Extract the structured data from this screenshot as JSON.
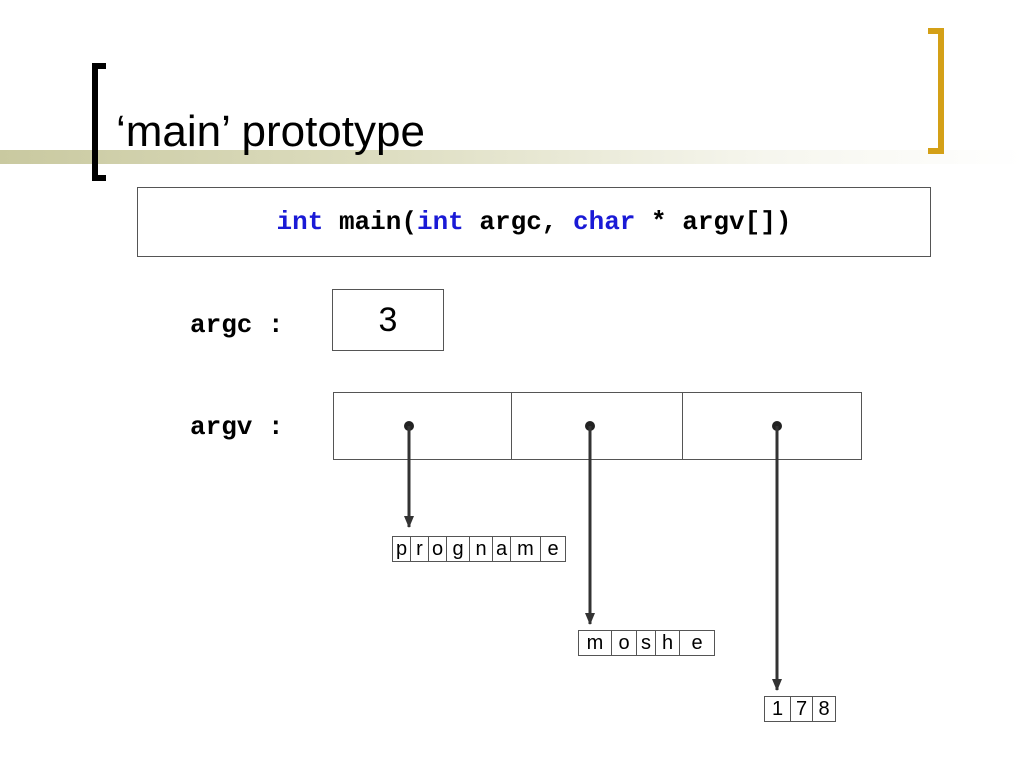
{
  "slide": {
    "title": "‘main’ prototype"
  },
  "prototype": {
    "tokens": [
      {
        "text": "int",
        "kind": "kw"
      },
      {
        "text": " main(",
        "kind": "plain"
      },
      {
        "text": "int",
        "kind": "kw"
      },
      {
        "text": " argc, ",
        "kind": "plain"
      },
      {
        "text": "char",
        "kind": "kw"
      },
      {
        "text": " * argv[])",
        "kind": "plain"
      }
    ]
  },
  "argc": {
    "label": "argc :",
    "value": "3"
  },
  "argv": {
    "label": "argv :",
    "strings": [
      {
        "name": "progname",
        "chars": [
          "p",
          "r",
          "o",
          "g",
          "n",
          "a",
          "m",
          "e"
        ]
      },
      {
        "name": "moshe",
        "chars": [
          "m",
          "o",
          "s",
          "h",
          "e"
        ]
      },
      {
        "name": "178",
        "chars": [
          "1",
          "7",
          "8"
        ]
      }
    ]
  },
  "colors": {
    "keyword": "#1a1ad6",
    "left_bracket": "#000000",
    "right_bracket": "#d4a017",
    "arrow": "#333333"
  }
}
